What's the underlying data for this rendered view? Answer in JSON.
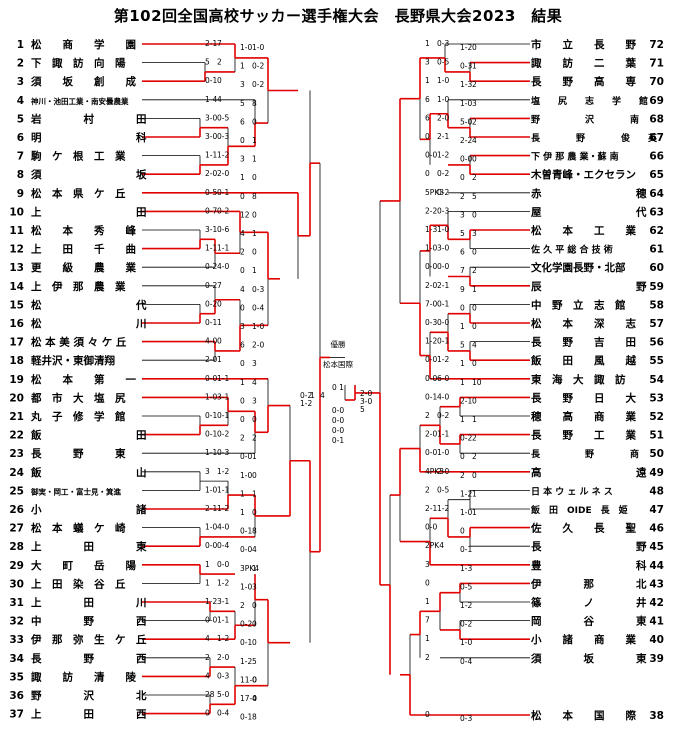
{
  "title": "第102回全国高校サッカー選手権大会　長野県大会2023　結果",
  "center": {
    "champion_label": "優勝",
    "champion_team": "松本国際",
    "final_score": "0 1",
    "final_pk": [
      "0-0",
      "0-0",
      "0-0",
      "0-1"
    ],
    "left_semifinal_scores": [
      "0-2",
      "1-2",
      "1",
      "4"
    ],
    "right_semifinal_scores": [
      "2-0",
      "3-0",
      "5"
    ]
  },
  "left_teams": [
    {
      "num": "1",
      "name": "松　　商　　学　　園",
      "won": true
    },
    {
      "num": "2",
      "name": "下　諏　訪　向　陽",
      "won": false
    },
    {
      "num": "3",
      "name": "須　　坂　　創　　成",
      "won": true
    },
    {
      "num": "4",
      "name": "神川・池田工業・南安曇農業",
      "won": false
    },
    {
      "num": "5",
      "name": "岩　　　　村　　　　田",
      "won": false
    },
    {
      "num": "6",
      "name": "明　　　　　　　　　科",
      "won": true
    },
    {
      "num": "7",
      "name": "駒　ケ　根　工　業",
      "won": false
    },
    {
      "num": "8",
      "name": "須　　　　　　　　　坂",
      "won": true
    },
    {
      "num": "9",
      "name": "松　本　県　ケ　丘",
      "won": true
    },
    {
      "num": "10",
      "name": "上　　　　　　　　　田",
      "won": true
    },
    {
      "num": "11",
      "name": "松　　本　　秀　　峰",
      "won": false
    },
    {
      "num": "12",
      "name": "上　　田　　千　　曲",
      "won": true
    },
    {
      "num": "13",
      "name": "更　　級　　農　　業",
      "won": false
    },
    {
      "num": "14",
      "name": "上　伊　那　農　業",
      "won": false
    },
    {
      "num": "15",
      "name": "松　　　　　　　　　代",
      "won": false
    },
    {
      "num": "16",
      "name": "松　　　　　　　　　川",
      "won": true
    },
    {
      "num": "17",
      "name": "松 本 美 須 々 ケ 丘",
      "won": true
    },
    {
      "num": "18",
      "name": "軽井沢・東御清翔",
      "won": false
    },
    {
      "num": "19",
      "name": "松　　本　　第　　一",
      "won": true
    },
    {
      "num": "20",
      "name": "都　市　大　塩　尻",
      "won": true
    },
    {
      "num": "21",
      "name": "丸　子　修　学　館",
      "won": false
    },
    {
      "num": "22",
      "name": "飯　　　　　　　　　田",
      "won": true
    },
    {
      "num": "23",
      "name": "長　　　野　　　東",
      "won": false
    },
    {
      "num": "24",
      "name": "飯　　　　　　　　　山",
      "won": false
    },
    {
      "num": "25",
      "name": "御実・岡工・富士見・箕進",
      "won": false
    },
    {
      "num": "26",
      "name": "小　　　　　　　　　諸",
      "won": true
    },
    {
      "num": "27",
      "name": "松　本　蟻　ケ　崎",
      "won": false
    },
    {
      "num": "28",
      "name": "上　　　　田　　　　東",
      "won": true
    },
    {
      "num": "29",
      "name": "大　　町　　岳　　陽",
      "won": true
    },
    {
      "num": "30",
      "name": "上　田　染　谷　丘",
      "won": false
    },
    {
      "num": "31",
      "name": "上　　　　田　　　　川",
      "won": true
    },
    {
      "num": "32",
      "name": "中　　　　野　　　　西",
      "won": false
    },
    {
      "num": "33",
      "name": "伊　那　弥　生　ケ　丘",
      "won": true
    },
    {
      "num": "34",
      "name": "長　　　　野　　　　西",
      "won": false
    },
    {
      "num": "35",
      "name": "諏　　訪　　清　　陵",
      "won": true
    },
    {
      "num": "36",
      "name": "野　　　　沢　　　　北",
      "won": false
    },
    {
      "num": "37",
      "name": "上　　　　田　　　　西",
      "won": true
    }
  ],
  "right_teams": [
    {
      "num": "72",
      "name": "市　　立　　長　　野",
      "won": false
    },
    {
      "num": "71",
      "name": "諏　　訪　　二　　葉",
      "won": true
    },
    {
      "num": "70",
      "name": "長　　野　　高　　専",
      "won": true
    },
    {
      "num": "69",
      "name": "塩　　尻　　志　　学　　館",
      "won": false
    },
    {
      "num": "68",
      "name": "野　　　　　沢　　　　南",
      "won": true
    },
    {
      "num": "67",
      "name": "長　　　　野　　　　俊　　英",
      "won": true
    },
    {
      "num": "66",
      "name": "下 伊 那 農 業・蘇 南",
      "won": true
    },
    {
      "num": "65",
      "name": "木曽青峰・エクセラン",
      "won": true
    },
    {
      "num": "64",
      "name": "赤　　　　　　　　　穂",
      "won": false
    },
    {
      "num": "63",
      "name": "屋　　　　　　　　　代",
      "won": false
    },
    {
      "num": "62",
      "name": "松　　本　　工　　業",
      "won": true
    },
    {
      "num": "61",
      "name": "佐 久 平 総 合 技 術",
      "won": false
    },
    {
      "num": "60",
      "name": "文化学園長野・北部",
      "won": false
    },
    {
      "num": "59",
      "name": "辰　　　　　　　　　野",
      "won": true
    },
    {
      "num": "58",
      "name": "中　野　立　志　館",
      "won": false
    },
    {
      "num": "57",
      "name": "松　　本　　深　　志",
      "won": true
    },
    {
      "num": "56",
      "name": "長　　野　　吉　　田",
      "won": false
    },
    {
      "num": "55",
      "name": "飯　　田　　風　　越",
      "won": true
    },
    {
      "num": "54",
      "name": "東　海　大　諏　訪",
      "won": true
    },
    {
      "num": "53",
      "name": "長　　野　　日　　大",
      "won": true
    },
    {
      "num": "52",
      "name": "穂　　高　　商　　業",
      "won": false
    },
    {
      "num": "51",
      "name": "長　　野　　工　　業",
      "won": true
    },
    {
      "num": "50",
      "name": "長　　　　　野　　　　商",
      "won": false
    },
    {
      "num": "49",
      "name": "高　　　　　　　　　遠",
      "won": true
    },
    {
      "num": "48",
      "name": "日 本 ウ ェ ル ネ ス",
      "won": false
    },
    {
      "num": "47",
      "name": "飯　田　OIDE　長　姫",
      "won": false
    },
    {
      "num": "46",
      "name": "佐　　久　　長　　聖",
      "won": true
    },
    {
      "num": "45",
      "name": "長　　　　　　　　　野",
      "won": false
    },
    {
      "num": "44",
      "name": "豊　　　　　　　　　科",
      "won": true
    },
    {
      "num": "43",
      "name": "伊　　　　那　　　　北",
      "won": true
    },
    {
      "num": "42",
      "name": "篠　　　　ノ　　　　井",
      "won": false
    },
    {
      "num": "41",
      "name": "岡　　　　谷　　　　東",
      "won": false
    },
    {
      "num": "40",
      "name": "小　　諸　　商　　業",
      "won": true
    },
    {
      "num": "39",
      "name": "須　　　　坂　　　　東",
      "won": false
    },
    {
      "num": "38",
      "name": "松　　本　　国　　際",
      "won": true
    }
  ],
  "score_labels": [
    "2-1",
    "1-0",
    "5",
    "1",
    "0-1",
    "3",
    "1-4",
    "5",
    "3-0",
    "6",
    "3-0",
    "0",
    "1-1",
    "3",
    "2-0",
    "1",
    "0-5",
    "0",
    "0-7",
    "12",
    "3-1",
    "4",
    "1-1",
    "2",
    "0-2",
    "0",
    "0-2",
    "4",
    "0-2",
    "0",
    "0-1",
    "3",
    "4-0",
    "6",
    "2-0",
    "0",
    "0-0",
    "1",
    "1-0",
    "0",
    "0-1",
    "0",
    "0-1",
    "2",
    "1-1",
    "0-0",
    "3",
    "1-0",
    "1-0",
    "1",
    "2-1",
    "1",
    "1-0",
    "0-1",
    "0-0",
    "0-0",
    "1",
    "3PK4",
    "1",
    "1-0",
    "1-2",
    "2",
    "0-0",
    "0-2",
    "4",
    "0-1",
    "2",
    "1-2",
    "4",
    "11-0",
    "28",
    "17-0",
    "0",
    "0-1",
    "1",
    "1-2",
    "3",
    "0-3",
    "1",
    "1-3",
    "6",
    "1-0",
    "6",
    "5-0",
    "0",
    "2-2",
    "0-0",
    "0-0",
    "0",
    "0",
    "5PK3",
    "2",
    "2-2",
    "3",
    "1-3",
    "5",
    "1-0",
    "6",
    "0-0",
    "7",
    "2-0",
    "9",
    "7-0",
    "0",
    "0-3",
    "1",
    "1-2",
    "5",
    "0-0",
    "1",
    "0-0",
    "1",
    "0-1",
    "2-1",
    "2",
    "1",
    "2-0",
    "0-2",
    "0-0",
    "0",
    "4PK3",
    "2",
    "2",
    "1-2",
    "2-1",
    "1-0",
    "0-0",
    "0",
    "2PK4",
    "0-1",
    "3",
    "1-3",
    "0",
    "0-5",
    "1",
    "1-2",
    "7",
    "0-2",
    "1",
    "1-0",
    "2",
    "0-4",
    "0",
    "0-3",
    "7",
    "1-0",
    "2",
    "0-2",
    "0",
    "0-2",
    "4",
    "8",
    "0-5",
    "0",
    "0-3",
    "1",
    "1-2",
    "1",
    "2-0",
    "0",
    "0-1",
    "8",
    "0-2",
    "0",
    "0-6",
    "1",
    "1-1",
    "0",
    "4-0",
    "1",
    "7",
    "0-3",
    "0",
    "0-4",
    "1",
    "1-0",
    "0",
    "2-0",
    "1",
    "3",
    "1-1",
    "4",
    "3-1",
    "3",
    "0-1",
    "0",
    "0-2",
    "2",
    "0-3",
    "1",
    "1-2",
    "0",
    "1-1",
    "1",
    "1-2",
    "0",
    "4-0",
    "8",
    "0-4",
    "4",
    "0-0",
    "1",
    "1-2",
    "3",
    "3-1",
    "0",
    "1-1",
    "0",
    "1-2",
    "0",
    "2-0",
    "5",
    "0-3",
    "0",
    "5-0",
    "4",
    "0-4",
    "8",
    "0-3",
    "0",
    "0-5",
    "1",
    "1-0",
    "2",
    "1-0",
    "3",
    "2-0",
    "2",
    "2-1",
    "4",
    "1-2",
    "0",
    "0-2",
    "2",
    "0-2",
    "5",
    "0-3",
    "0",
    "1-0",
    "3",
    "3-0",
    "0",
    "0-0",
    "2",
    "2-1",
    "1",
    "0-1",
    "0",
    "0-0",
    "0",
    "0-1",
    "4",
    "1-2",
    "0",
    "6-0",
    "10",
    "4-0",
    "0",
    "0-2",
    "1",
    "1-1",
    "2",
    "1-0",
    "2",
    "2-0",
    "0",
    "0-5",
    "1",
    "1-2",
    "1"
  ]
}
